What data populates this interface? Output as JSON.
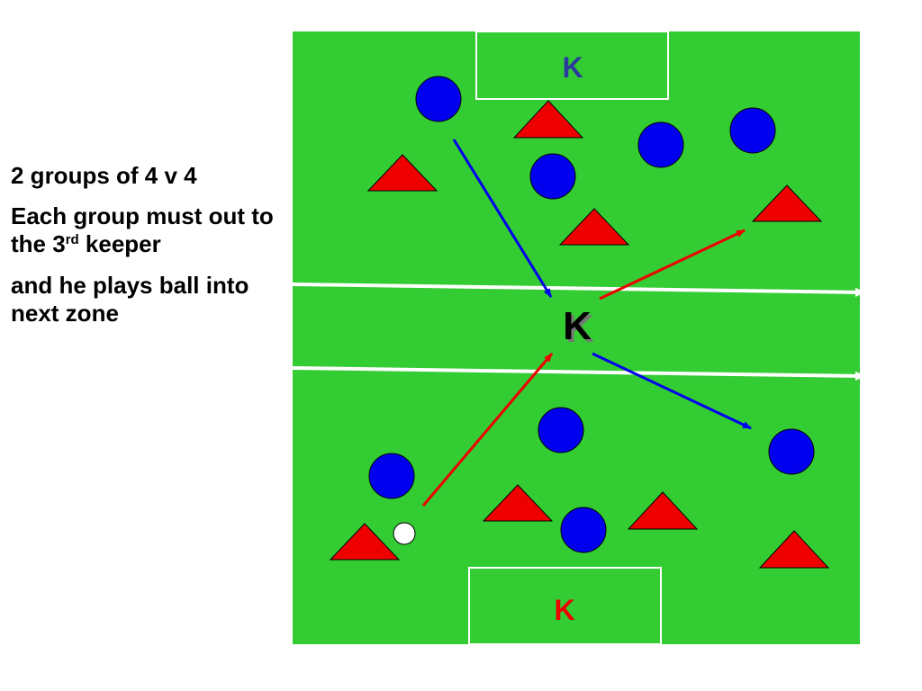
{
  "notes": {
    "line1": "2 groups of 4 v 4",
    "line2_a": "Each group must out to the 3",
    "line2_sup": "rd",
    "line2_b": "keeper",
    "line3": "and he plays ball into next zone"
  },
  "keepers": {
    "top": "K",
    "middle": "K",
    "bottom": "K"
  },
  "colors": {
    "pitch": "#33cc33",
    "team_blue": "#0000ee",
    "team_red": "#ee0000",
    "top_keeper_label": "#2b3a9e",
    "bottom_keeper_label": "#ee0000",
    "lines": "#ffffff"
  }
}
